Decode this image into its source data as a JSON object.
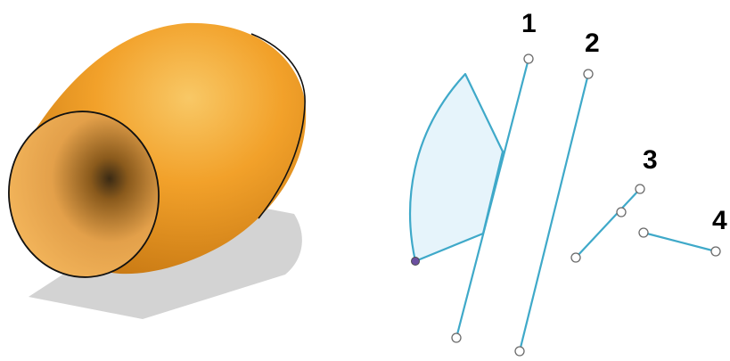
{
  "scene": {
    "background": "#ffffff",
    "model": {
      "name": "revolved-body",
      "body_color": "#f2a12a",
      "body_highlight": "#f8c866",
      "body_shadow_tone": "#b86e10",
      "inner_dark": "#3a2a14",
      "edge_color": "#111111",
      "ground_shadow_color": "#d3d3d3"
    },
    "sketch": {
      "line_color": "#3fa9c9",
      "fill_color": "#e6f4fb",
      "endpoint_fill": "#ffffff",
      "endpoint_stroke": "#6a6a6a",
      "sketch_point_color": "#6b4fa0"
    },
    "axes": [
      {
        "id": "1",
        "label": "1"
      },
      {
        "id": "2",
        "label": "2"
      },
      {
        "id": "3",
        "label": "3"
      },
      {
        "id": "4",
        "label": "4"
      }
    ]
  }
}
